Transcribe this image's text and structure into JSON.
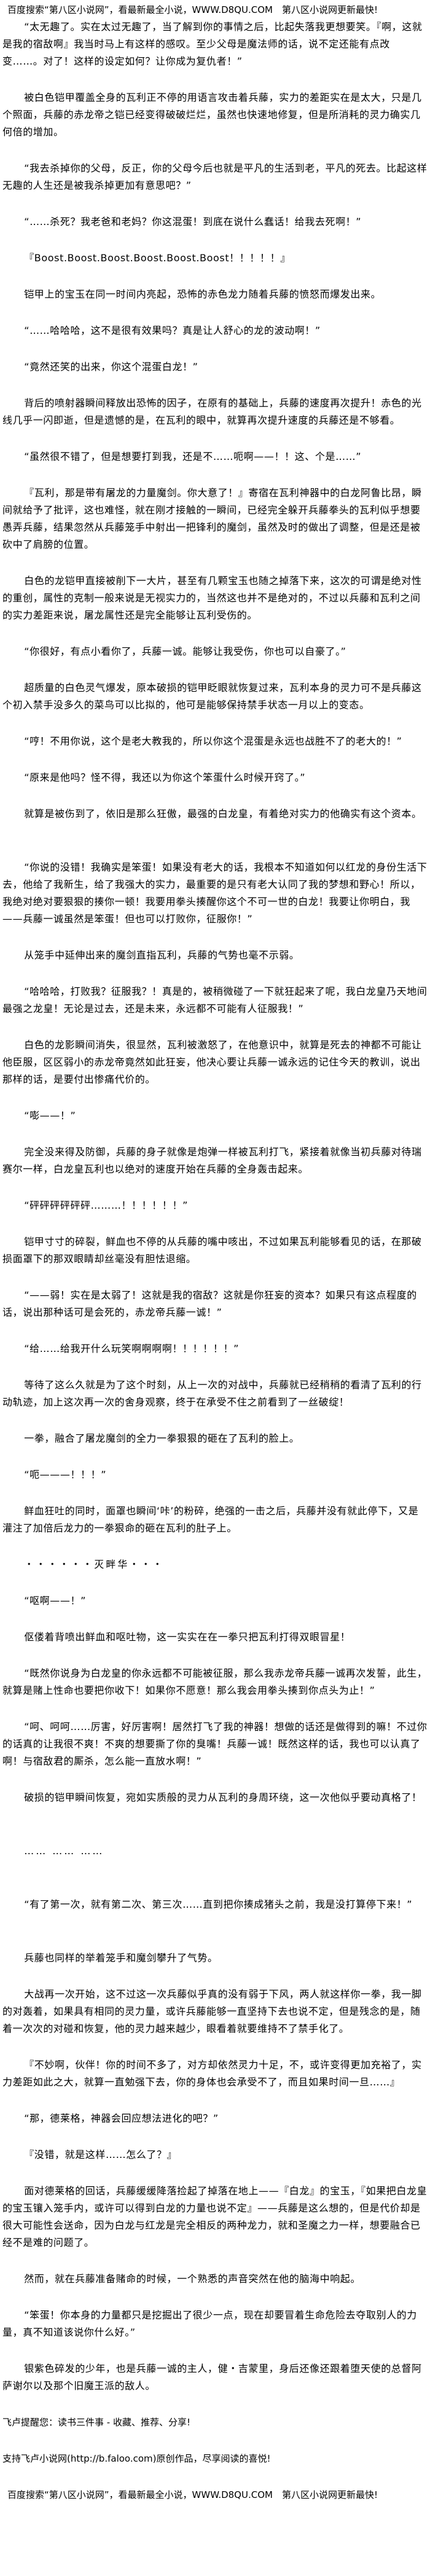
{
  "header_banner": "百度搜索“第八区小说网”，看最新最全小说，WWW.D8QU.COM　第八区小说网更新最快!",
  "paragraphs": [
    "“太无趣了。实在太过无趣了，当了解到你的事情之后，比起失落我更想要笑。『啊，这就是我的宿敌啊』我当时马上有这样的感叹。至少父母是魔法师的话，说不定还能有点改变……。对了！这样的设定如何？让你成为复仇者！”",
    "被白色铠甲覆盖全身的瓦利正不停的用语言攻击着兵藤，实力的差距实在是太大，只是几个照面，兵藤的赤龙帝之铠已经变得破破烂烂，虽然也快速地修复，但是所消耗的灵力确实几何倍的增加。",
    "“我去杀掉你的父母，反正，你的父母今后也就是平凡的生活到老，平凡的死去。比起这样无趣的人生还是被我杀掉更加有意思吧？”",
    "“……杀死？我老爸和老妈？你这混蛋！到底在说什么蠢话！给我去死啊！”",
    "『Boost.Boost.Boost.Boost.Boost.Boost！！！！！』",
    "铠甲上的宝玉在同一时间内亮起，恐怖的赤色龙力随着兵藤的愤怒而爆发出来。",
    "“……哈哈哈，这不是很有效果吗？真是让人舒心的龙的波动啊！”",
    "“竟然还笑的出来，你这个混蛋白龙！”",
    "背后的喷射器瞬间释放出恐怖的因子，在原有的基础上，兵藤的速度再次提升！赤色的光线几乎一闪即逝，但是遗憾的是，在瓦利的眼中，就算再次提升速度的兵藤还是不够看。",
    "“虽然很不错了，但是想要打到我，还是不……呃啊——！！这、个是……”",
    "『瓦利，那是带有屠龙的力量魔剑。你大意了！』寄宿在瓦利神器中的白龙阿鲁比昂，瞬间就给予了批评，这也难怪，就在刚才接触的一瞬间，已经完全躲开兵藤拳头的瓦利似乎想要愚弄兵藤，结果忽然从兵藤笼手中射出一把锋利的魔剑，虽然及时的做出了调整，但是还是被砍中了肩膀的位置。",
    "白色的龙铠甲直接被削下一大片，甚至有几颗宝玉也随之掉落下来，这次的可谓是绝对性的重创，属性的克制一般来说是无视实力的，当然这也并不是绝对的，不过以兵藤和瓦利之间的实力差距来说，屠龙属性还是完全能够让瓦利受伤的。",
    "“你很好，有点小看你了，兵藤一诚。能够让我受伤，你也可以自豪了。”",
    "超质量的白色灵气爆发，原本破损的铠甲眨眼就恢复过来，瓦利本身的灵力可不是兵藤这个初入禁手没多久的菜鸟可以比拟的，他可是能够保持禁手状态一月以上的变态。",
    "“哼！不用你说，这个是老大教我的，所以你这个混蛋是永远也战胜不了的老大的！”",
    "“原来是他吗？怪不得，我还以为你这个笨蛋什么时候开窍了。”",
    "就算是被伤到了，依旧是那么狂傲，最强的白龙皇，有着绝对实力的他确实有这个资本。",
    "“你说的没错！我确实是笨蛋！如果没有老大的话，我根本不知道如何以红龙的身份生活下去，他给了我新生，给了我强大的实力，最重要的是只有老大认同了我的梦想和野心！所以，我绝对绝对要狠狠的揍你一顿！我要用拳头揍醒你这个不可一世的白龙！我要让你明白，我——兵藤一诚虽然是笨蛋！但也可以打败你，征服你！”",
    "从笼手中延伸出来的魔剑直指瓦利，兵藤的气势也毫不示弱。",
    "“哈哈哈，打败我？征服我？！真是的，被稍微碰了一下就狂起来了呢，我白龙皇乃天地间最强之龙皇！无论是过去，还是未来，永远都不可能有人征服我！”",
    "白色的龙影瞬间消失，很显然，瓦利被激怒了，在他意识中，就算是死去的神都不可能让他臣服，区区弱小的赤龙帝竟然如此狂妄，他决心要让兵藤一诚永远的记住今天的教训，说出那样的话，是要付出惨痛代价的。",
    "“嘭——！”",
    "完全没来得及防御，兵藤的身子就像是炮弹一样被瓦利打飞，紧接着就像当初兵藤对待瑞赛尔一样，白龙皇瓦利也以绝对的速度开始在兵藤的全身轰击起来。",
    "“砰砰砰砰砰砰………！！！！！！”",
    "铠甲寸寸的碎裂，鲜血也不停的从兵藤的嘴中咳出，不过如果瓦利能够看见的话，在那破损面罩下的那双眼睛却丝毫没有胆怯退缩。",
    "“——弱！实在是太弱了！这就是我的宿敌？这就是你狂妄的资本？如果只有这点程度的话，说出那种话可是会死的，赤龙帝兵藤一诚！”",
    "“给……给我开什么玩笑啊啊啊啊！！！！！！”",
    "等待了这么久就是为了这个时刻，从上一次的对战中，兵藤就已经稍稍的看清了瓦利的行动轨迹，加上这次再一次的舍身观察，终于在承受不住之前看到了一丝破绽！",
    "一拳，融合了屠龙魔剑的全力一拳狠狠的砸在了瓦利的脸上。",
    "“呃———！！！”",
    "鲜血狂吐的同时，面罩也瞬间‘咔’的粉碎，绝强的一击之后，兵藤并没有就此停下，又是灌注了加倍后龙力的一拳狠命的砸在瓦利的肚子上。",
    "・・・・・・灭畔华・・・",
    "“呕啊——！”",
    "伛偻着背喷出鲜血和呕吐物，这一实实在在一拳只把瓦利打得双眼冒星！",
    "“既然你说身为白龙皇的你永远都不可能被征服，那么我赤龙帝兵藤一诚再次发誓，此生，就算是赌上性命也要把你收下！如果你不愿意！那么我会用拳头揍到你点头为止！”",
    "“呵、呵呵……厉害，好厉害啊！居然打飞了我的神器！想做的话还是做得到的嘛！不过你的话真的让我很不爽！不爽的想要撕了你的臭嘴！兵藤一诚！既然这样的话，我也可以认真了啊！与宿敌君的厮杀，怎么能一直放水啊！”",
    "破损的铠甲瞬间恢复，宛如实质般的灵力从瓦利的身周环绕，这一次他似乎要动真格了！",
    "…… …… ……",
    "“有了第一次，就有第二次、第三次……直到把你揍成猪头之前，我是没打算停下来！”",
    "兵藤也同样的举着笼手和魔剑攀升了气势。",
    "大战再一次开始，这不过这一次兵藤似乎真的没有弱于下风，两人就这样你一拳，我一脚的对轰着，如果具有相同的灵力量，或许兵藤能够一直坚持下去也说不定，但是残念的是，随着一次次的对碰和恢复，他的灵力越来越少，眼看着就要维持不了禁手化了。",
    "『不妙啊，伙伴！你的时间不多了，对方却依然灵力十足，不，或许变得更加充裕了，实力差距如此之大，就算一直勉强下去，你的身体也会承受不了，而且如果时间一旦……』",
    "“那，德莱格，神器会回应想法进化的吧？”",
    "『没错，就是这样……怎么了？』",
    "面对德莱格的回话，兵藤缓缓降落捡起了掉落在地上——『白龙』的宝玉，『如果把白龙皇的宝玉镶入笼手内，或许可以得到白龙的力量也说不定』——兵藤是这么想的，但是代价却是很大可能性会送命，因为白龙与红龙是完全相反的两种龙力，就和圣魔之力一样，想要融合已经不是难的问题了。",
    "然而，就在兵藤准备赌命的时候，一个熟悉的声音突然在他的脑海中响起。",
    "“笨蛋！你本身的力量都只是挖掘出了很少一点，现在却要冒着生命危险去夺取别人的力量，真不知道该说你什么好。”",
    "银紫色碎发的少年，也是兵藤一诚的主人，健・吉蒙里，身后还像还跟着堕天使的总督阿萨谢尔以及那个旧魔王派的敌人。"
  ],
  "footer": {
    "reminder": "飞卢提醒您：读书三件事 - 收藏、推荐、分享!",
    "support": "支持飞卢小说网(http://b.faloo.com)原创作品，尽享阅读的喜悦!",
    "banner": "百度搜索“第八区小说网”，看最新最全小说，WWW.D8QU.COM　第八区小说网更新最快!"
  }
}
